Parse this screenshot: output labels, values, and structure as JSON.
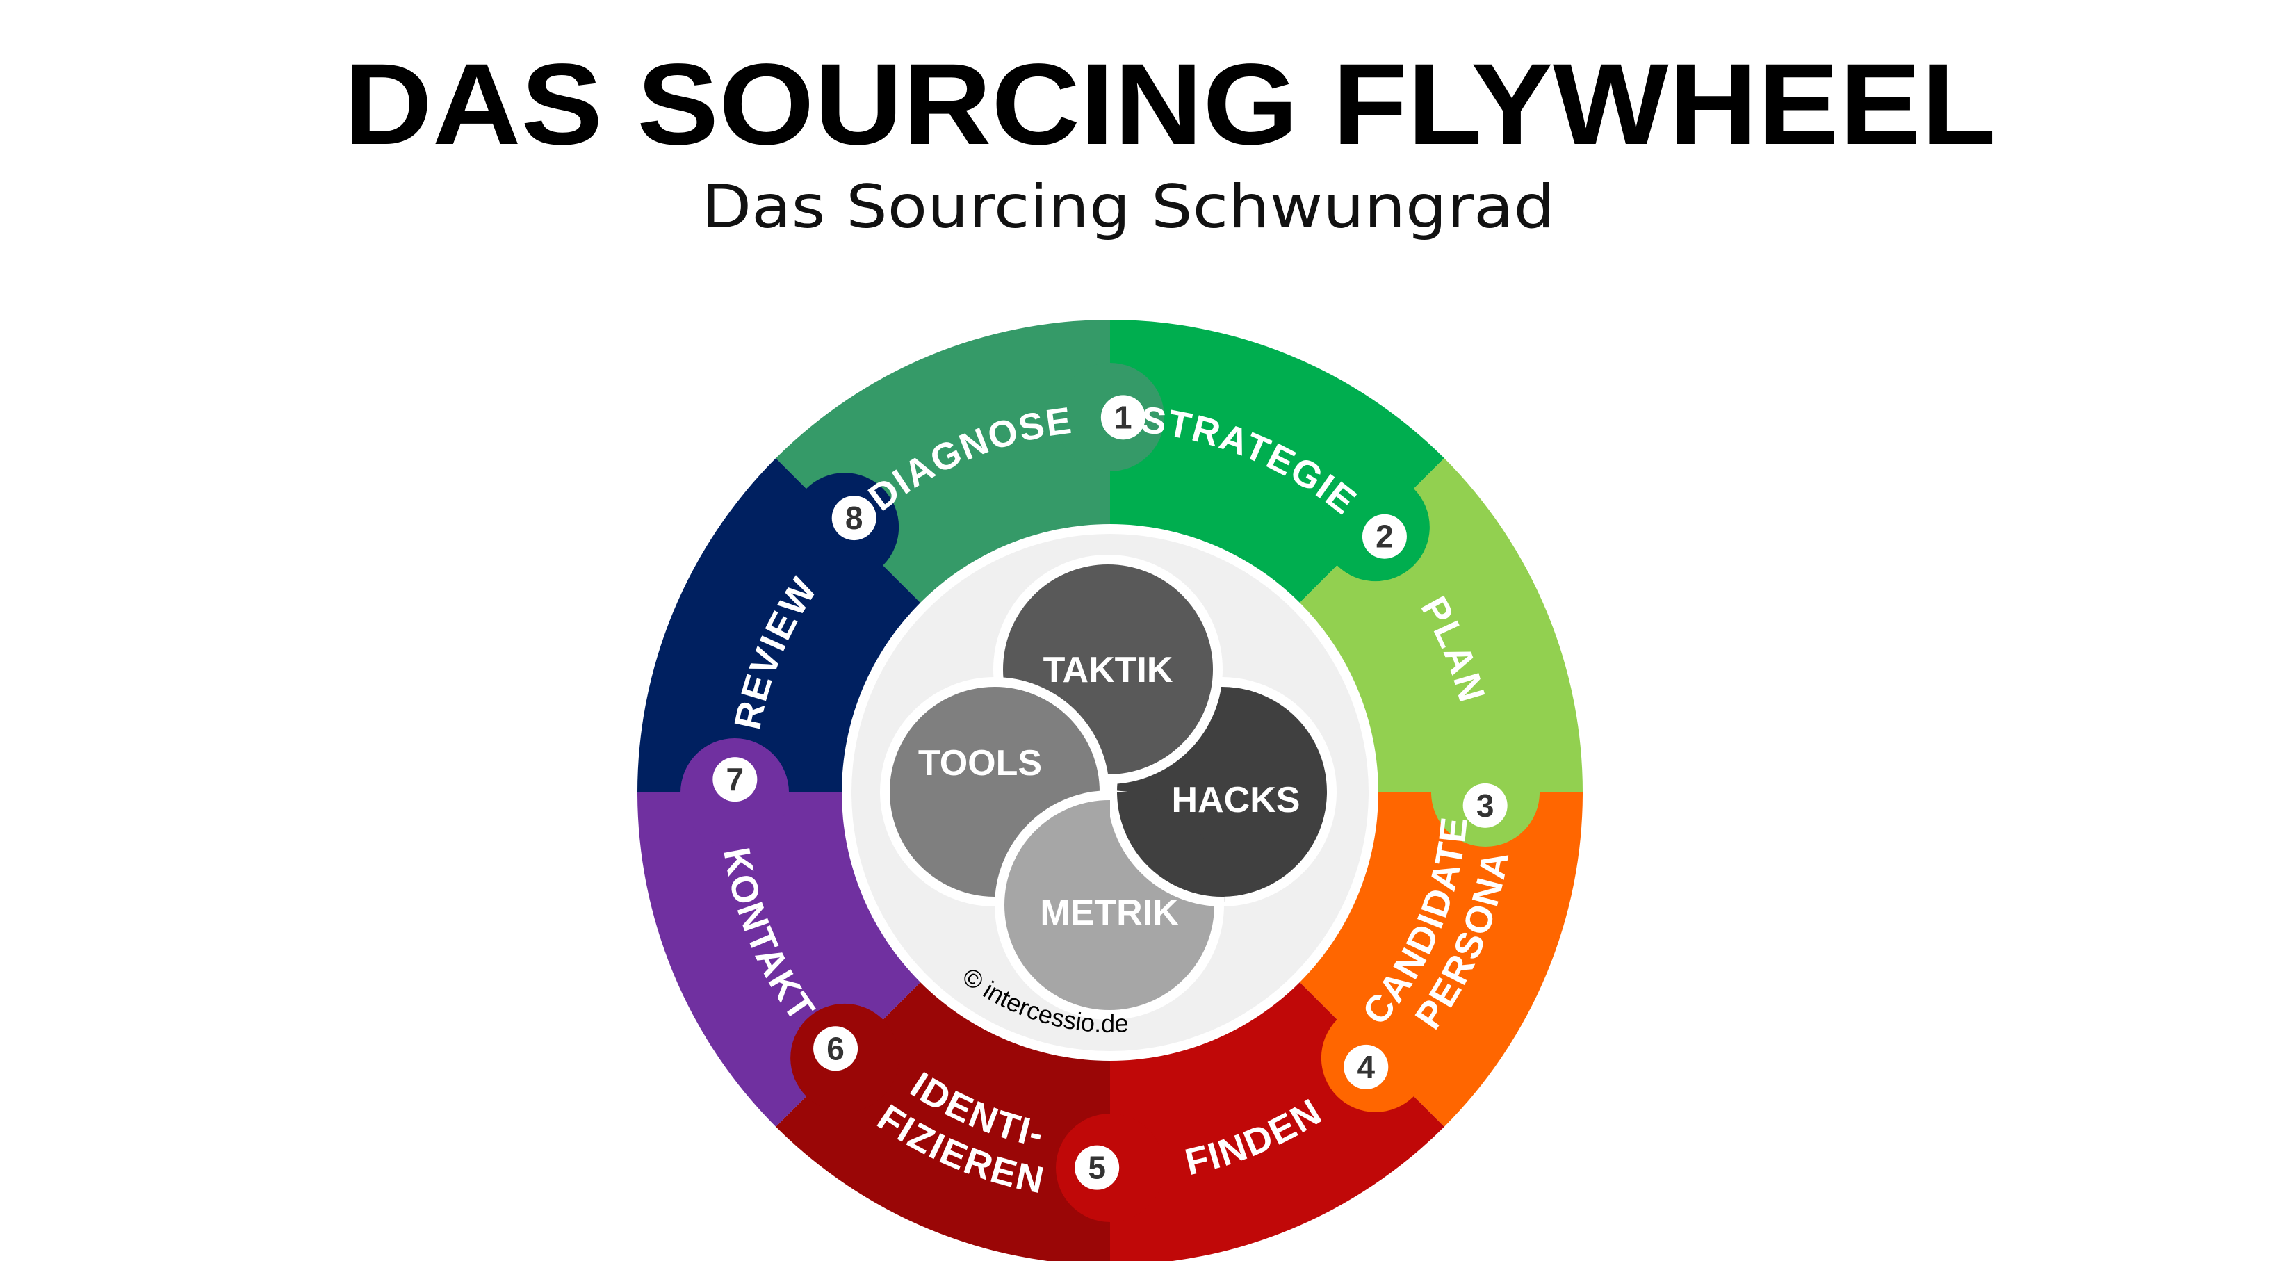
{
  "title": "DAS SOURCING FLYWHEEL",
  "subtitle": "Das Sourcing Schwungrad",
  "segments": [
    {
      "number": "1",
      "lines": [
        "DIAGNOSE"
      ],
      "color": "#359a68"
    },
    {
      "number": "2",
      "lines": [
        "STRATEGIE"
      ],
      "color": "#00ae4f"
    },
    {
      "number": "3",
      "lines": [
        "PLAN"
      ],
      "color": "#92d050"
    },
    {
      "number": "4",
      "lines": [
        "CANDIDATE",
        "PERSONA"
      ],
      "color": "#ff6600"
    },
    {
      "number": "5",
      "lines": [
        "FINDEN"
      ],
      "color": "#c00808"
    },
    {
      "number": "6",
      "lines": [
        "IDENTI-",
        "FIZIEREN"
      ],
      "color": "#9a0606"
    },
    {
      "number": "7",
      "lines": [
        "KONTAKT"
      ],
      "color": "#7030a0"
    },
    {
      "number": "8",
      "lines": [
        "REVIEW"
      ],
      "color": "#002060"
    }
  ],
  "core": [
    {
      "label": "TAKTIK",
      "color": "#595959"
    },
    {
      "label": "TOOLS",
      "color": "#7f7f7f"
    },
    {
      "label": "HACKS",
      "color": "#404040"
    },
    {
      "label": "METRIK",
      "color": "#a6a6a6"
    }
  ],
  "core_background": "#f0f0f0",
  "copyright": "© intercessio.de"
}
